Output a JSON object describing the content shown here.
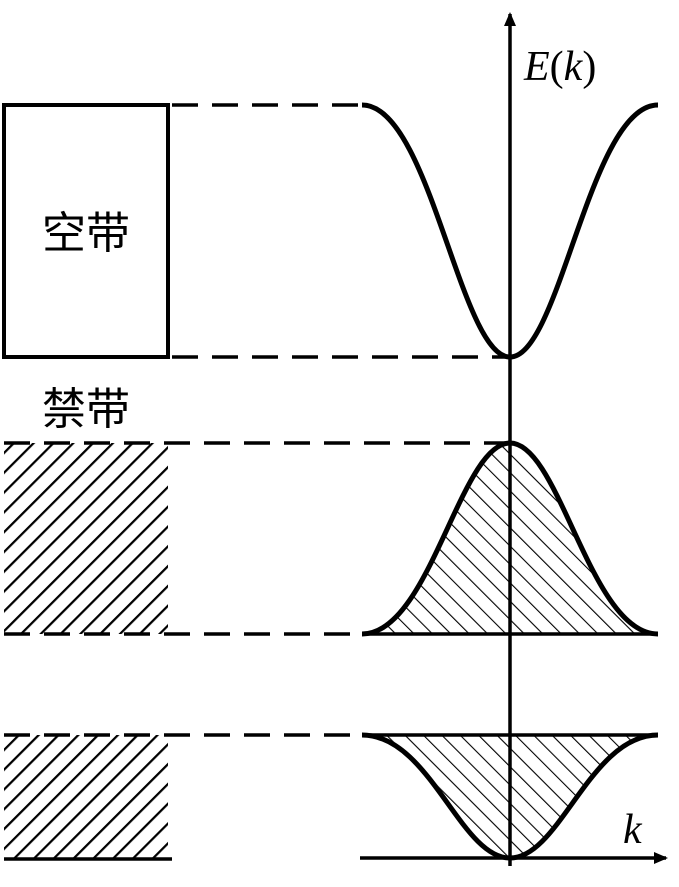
{
  "labels": {
    "empty_band": "空带",
    "forbidden_band": "禁带",
    "energy_axis_symbol": "E",
    "energy_axis_paren_open": "(",
    "energy_axis_var": "k",
    "energy_axis_paren_close": ")",
    "k_axis": "k"
  },
  "colors": {
    "stroke": "#000000",
    "background": "#ffffff"
  },
  "bands": [
    {
      "name": "conduction-band",
      "label": "空带",
      "fill": "empty"
    },
    {
      "name": "valence-band-upper",
      "fill": "hatched"
    },
    {
      "name": "valence-band-lower",
      "fill": "hatched"
    }
  ]
}
